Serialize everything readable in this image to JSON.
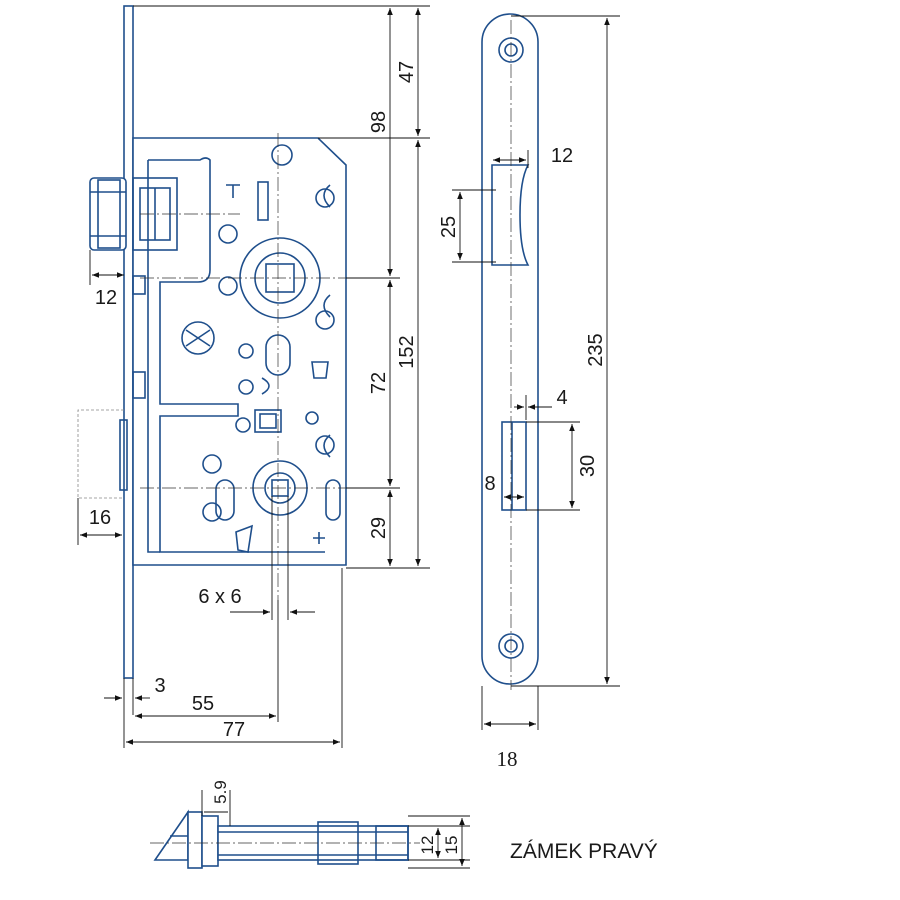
{
  "caption": "ZÁMEK PRAVÝ",
  "dimensions": {
    "d47": "47",
    "d98": "98",
    "d152": "152",
    "d72": "72",
    "d29": "29",
    "d12_latch": "12",
    "d16": "16",
    "d6x6": "6 x 6",
    "d3": "3",
    "d55": "55",
    "d77": "77",
    "d12_plate": "12",
    "d25": "25",
    "d235": "235",
    "d4": "4",
    "d30": "30",
    "d8": "8",
    "d18": "18",
    "d5_9": "5.9",
    "d12_bolt": "12",
    "d15": "15"
  },
  "colors": {
    "outline": "#1f4f8c",
    "dimension": "#111111"
  }
}
